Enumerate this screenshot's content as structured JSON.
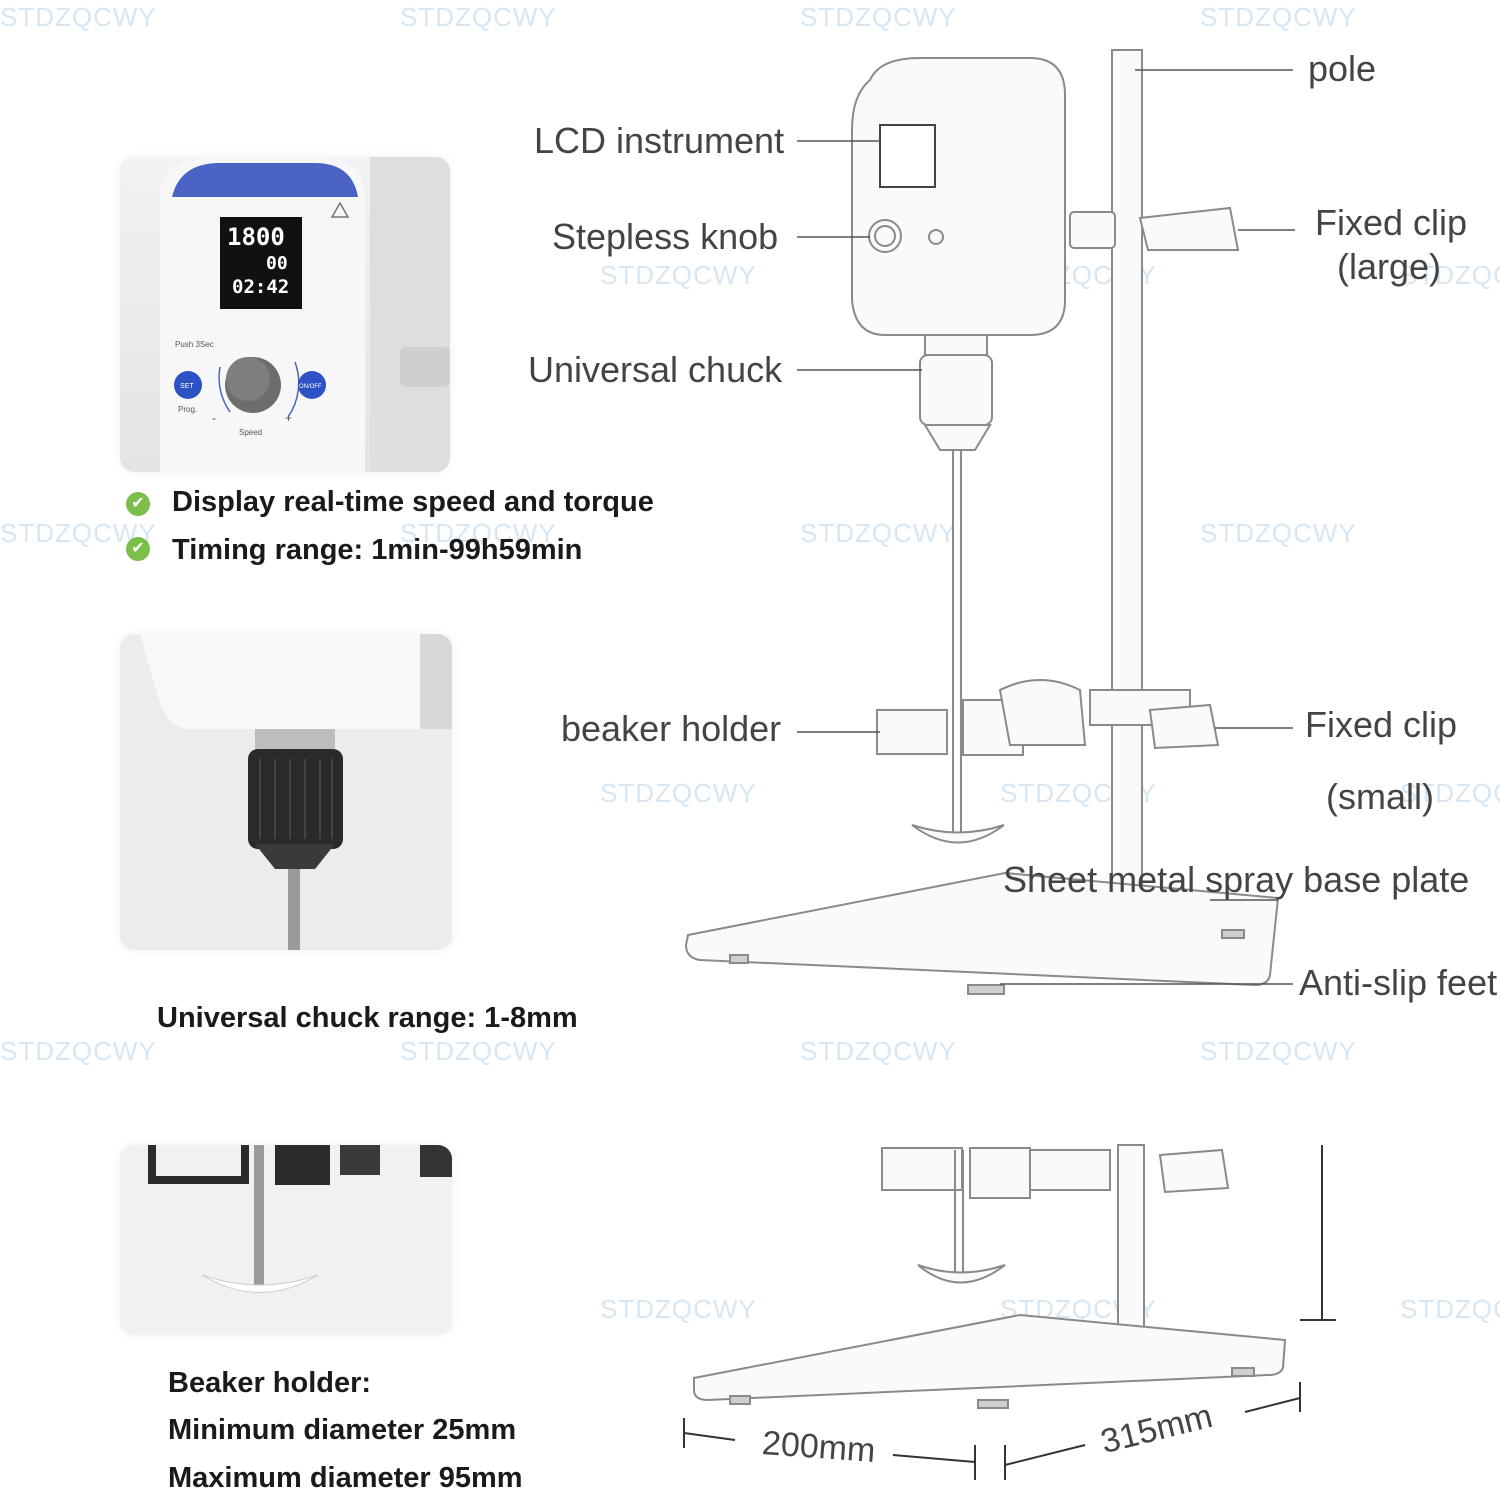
{
  "watermark": "STDZQCWY",
  "features": {
    "items": [
      "Display real-time speed and torque",
      "Timing range: 1min-99h59min"
    ],
    "check_color": "#7bbf4a"
  },
  "panel_closeup": {
    "display_speed": "1800",
    "display_torque": "00",
    "display_time": "02:42",
    "push_label": "Push 3Sec",
    "set_label": "SET",
    "onoff_label": "ON/OFF",
    "prog_label": "Prog.",
    "minus_label": "-",
    "plus_label": "+",
    "speed_label": "Speed",
    "accent_color": "#4b63c4"
  },
  "chuck_caption": "Universal chuck range: 1-8mm",
  "beaker_caption": {
    "title": "Beaker holder:",
    "min": "Minimum diameter 25mm",
    "max": "Maximum diameter 95mm"
  },
  "parts": {
    "pole": "pole",
    "lcd": "LCD instrument",
    "knob": "Stepless knob",
    "fixed_clip_large_1": "Fixed clip",
    "fixed_clip_large_2": "(large)",
    "chuck": "Universal chuck",
    "beaker_holder": "beaker holder",
    "fixed_clip_small_1": "Fixed clip",
    "fixed_clip_small_2": "(small)",
    "base_plate": "Sheet metal spray base plate",
    "feet": "Anti-slip feet"
  },
  "dimensions": {
    "width": "200mm",
    "depth": "315mm"
  }
}
